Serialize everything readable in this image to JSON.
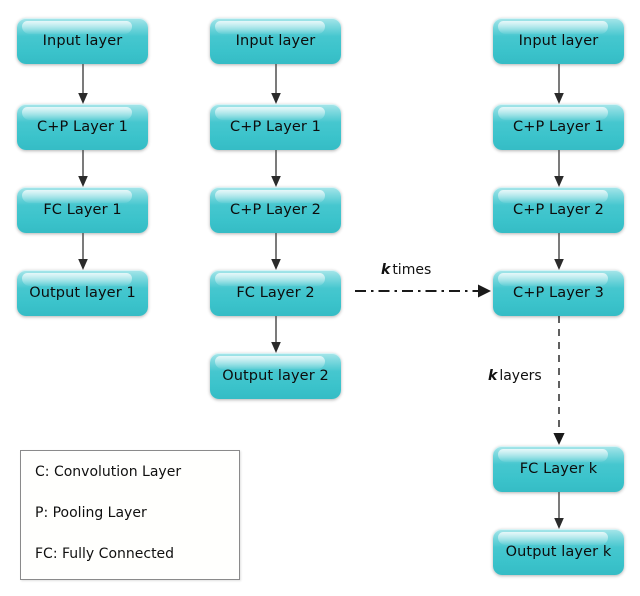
{
  "figure": {
    "type": "flowchart-diagram",
    "background_color": "#ffffff",
    "node_color": "#3fc6ce",
    "node_highlight_color": "#a8e6ea",
    "arrow_color": "#5a5a5a",
    "text_color": "#0d0d0d"
  },
  "columns": [
    {
      "id": "column-1",
      "nodes": [
        {
          "label": "Input layer"
        },
        {
          "label": "C+P Layer 1"
        },
        {
          "label": "FC Layer 1"
        },
        {
          "label": "Output layer 1"
        }
      ]
    },
    {
      "id": "column-2",
      "nodes": [
        {
          "label": "Input layer"
        },
        {
          "label": "C+P Layer 1"
        },
        {
          "label": "C+P Layer 2"
        },
        {
          "label": "FC Layer 2"
        },
        {
          "label": "Output layer 2"
        }
      ]
    },
    {
      "id": "column-3",
      "nodes": [
        {
          "label": "Input layer"
        },
        {
          "label": "C+P Layer 1"
        },
        {
          "label": "C+P Layer 2"
        },
        {
          "label": "C+P Layer 3"
        },
        {
          "label": "FC Layer k"
        },
        {
          "label": "Output layer k"
        }
      ]
    }
  ],
  "edge_labels": {
    "k_times": {
      "symbol": "k",
      "text": "times"
    },
    "k_layers": {
      "symbol": "k",
      "text": "layers"
    }
  },
  "legend": {
    "rows": [
      "C: Convolution Layer",
      "P: Pooling Layer",
      "FC: Fully Connected"
    ]
  }
}
